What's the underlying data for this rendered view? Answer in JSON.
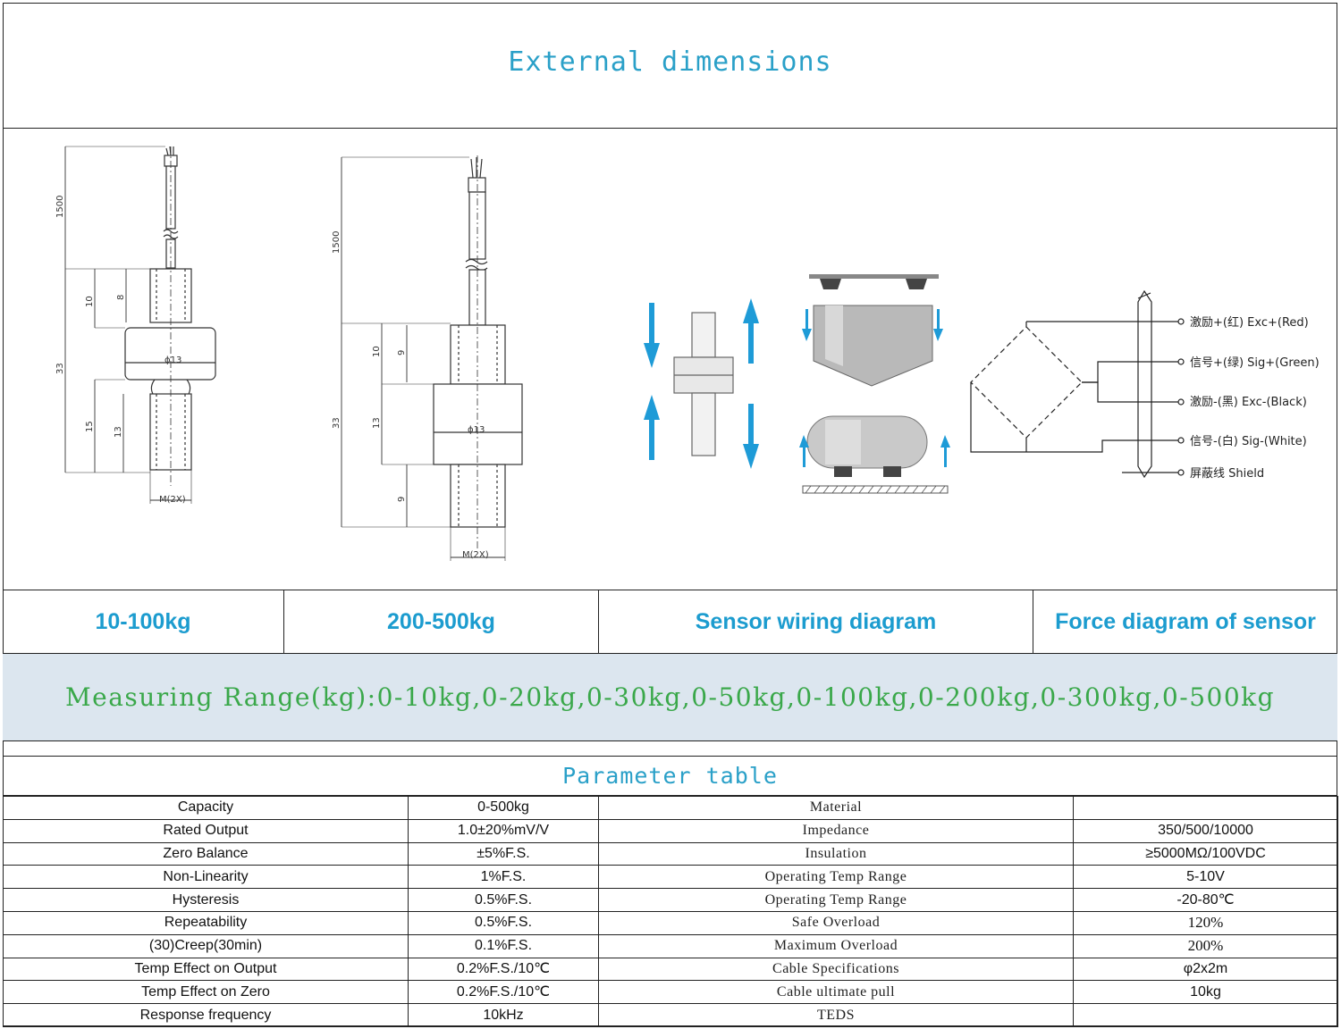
{
  "header": {
    "title": "External dimensions"
  },
  "drawings": {
    "small_sensor": {
      "cable_length": "1500",
      "overall": "33",
      "top_body": "10",
      "top_thread": "8",
      "bottom_body": "15",
      "bottom_thread": "13",
      "diameter": "ϕ13",
      "thread": "M(2X)"
    },
    "large_sensor": {
      "cable_length": "1500",
      "overall": "33",
      "top_body": "10",
      "top_thread": "9",
      "middle": "13",
      "bottom_thread": "9",
      "diameter": "ϕ13",
      "thread": "M(2X)"
    },
    "wiring": {
      "labels": [
        "激励+(红) Exc+(Red)",
        "信号+(绿) Sig+(Green)",
        "激励-(黑) Exc-(Black)",
        "信号-(白) Sig-(White)",
        "屏蔽线 Shield"
      ],
      "wire_colors": [
        "#222222"
      ]
    },
    "force": {
      "arrow_color": "#1e9bd7"
    }
  },
  "captions": [
    "10-100kg",
    "200-500kg",
    "Sensor wiring diagram",
    "Force diagram of sensor"
  ],
  "measuring_range": "Measuring Range(kg):0-10kg,0-20kg,0-30kg,0-50kg,0-100kg,0-200kg,0-300kg,0-500kg",
  "parameter_table": {
    "title": "Parameter table",
    "rows": [
      [
        "Capacity",
        "0-500kg",
        "Material",
        ""
      ],
      [
        "Rated Output",
        "1.0±20%mV/V",
        "Impedance",
        "350/500/10000"
      ],
      [
        "Zero Balance",
        "±5%F.S.",
        "Insulation",
        "≥5000MΩ/100VDC"
      ],
      [
        "Non-Linearity",
        "1%F.S.",
        "Operating Temp Range",
        "5-10V"
      ],
      [
        "Hysteresis",
        "0.5%F.S.",
        "Operating Temp Range",
        "-20-80℃"
      ],
      [
        "Repeatability",
        "0.5%F.S.",
        "Safe Overload",
        "120%"
      ],
      [
        "(30)Creep(30min)",
        "0.1%F.S.",
        "Maximum Overload",
        "200%"
      ],
      [
        "Temp Effect on Output",
        "0.2%F.S./10℃",
        "Cable Specifications",
        "φ2x2m"
      ],
      [
        "Temp Effect on Zero",
        "0.2%F.S./10℃",
        "Cable ultimate pull",
        "10kg"
      ],
      [
        "Response frequency",
        "10kHz",
        "TEDS",
        ""
      ]
    ]
  }
}
